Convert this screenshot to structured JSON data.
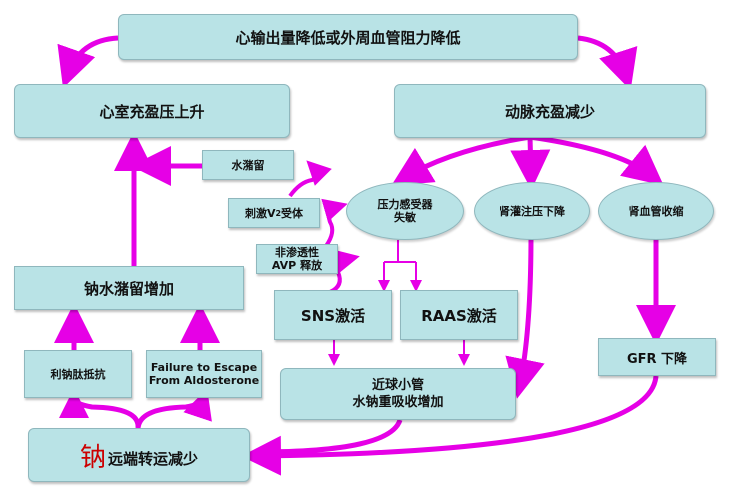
{
  "nodes": {
    "top": "心输出量降低或外周血管阻力降低",
    "ventricular": "心室充盈压上升",
    "arterial": "动脉充盈减少",
    "water_retention": "水潴留",
    "stim_v2_pre": "刺激V",
    "stim_v2_sub": "2",
    "stim_v2_post": " 受体",
    "nonosmotic_line1": "非渗透性",
    "nonosmotic_line2": "AVP 释放",
    "baroreceptor_line1": "压力感受器",
    "baroreceptor_line2": "失敏",
    "renal_perfusion": "肾灌注压下降",
    "renal_vasoconstriction": "肾血管收缩",
    "sns": "SNS激活",
    "raas": "RAAS激活",
    "sodium_water_retention": "钠水潴留增加",
    "natriuretic_resistance": "利钠肽抵抗",
    "aldosterone_escape_line1": "Failure to Escape",
    "aldosterone_escape_line2": "From Aldosterone",
    "proximal_line1": "近球小管",
    "proximal_line2": "水钠重吸收增加",
    "gfr": "GFR 下降",
    "sodium_char": "钠",
    "distal_transport": "远端转运减少"
  },
  "colors": {
    "box_fill": "#b9e3e6",
    "arrow": "#e600e6",
    "sodium_char": "#cc0000"
  }
}
